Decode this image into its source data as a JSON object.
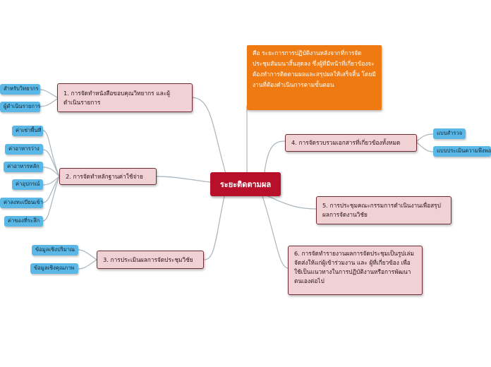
{
  "central": "ระยะติดตามผล",
  "note": "คือ ระยะการการปฏิบัติงานหลังจากที่การจัดประชุมสัมมนาสิ้นสุดลง ซึ่งผู้ที่มีหน้าที่เกี่ยวข้องจะต้องทำการติดตามผลและสรุปผลให้เสร็จสิ้น โดยมีงานที่ต้องดำเนินการตามขั้นตอน",
  "topics": {
    "t1": "1. การจัดทำหนังสือขอบคุณวิทยากร และผู้ดำเนินรายการ",
    "t2": "2. การจัดทำหลักฐานค่าใช้จ่าย",
    "t3": "3. การประเมินผลการจัดประชุมวิชัย",
    "t4": "4. การจัดรวบรวมเอกสารที่เกี่ยวข้องทั้งหมด",
    "t5": "5. การประชุมคณะกรรมการดำเนินงานเพื่อสรุปผลการจัดงานวิชัย",
    "t6": "6. การจัดทำรายงานผลการจัดประชุมเป็นรูปเล่ม จัดส่งให้แก่ผู้เข้าร่วมงาน และ ผู้ที่เกี่ยวข้อง เพื่อใช้เป็นแนวทางในการปฏิบัติงานหรือการพัฒนาตนเองต่อไป"
  },
  "leaves": {
    "t1": [
      "สำหรับวิทยากร",
      "ผู้ดำเนินรายการ"
    ],
    "t2": [
      "ค่าเช่าพื้นที่",
      "ค่าอาหารว่าง",
      "ค่าอาหารหลัก",
      "ค่าอุปกรณ์",
      "ค่าลงทะเบียนเข้างาน",
      "ค่าของที่ระลึก"
    ],
    "t3": [
      "ข้อมูลเชิงปริมาณ",
      "ข้อมูลเชิงคุณภาพ"
    ],
    "t4": [
      "แบบสำรวจ",
      "แบบประเมินความพึงพอใจ"
    ]
  },
  "colors": {
    "central": "#b8102a",
    "topic_fill": "#f0d2d5",
    "note_fill": "#ef7a12",
    "leaf_fill": "#5ab7e6",
    "connector": "#a9b4bd"
  }
}
